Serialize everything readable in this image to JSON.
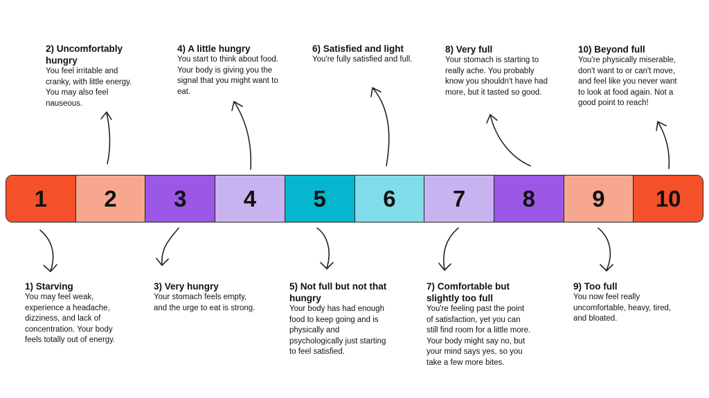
{
  "levels": [
    {
      "number": "1",
      "color": "#F4512A",
      "title": "1) Starving",
      "desc": "You may feel weak, experience a headache, dizziness, and lack of concentration. Your body feels totally out of energy."
    },
    {
      "number": "2",
      "color": "#F8A78F",
      "title": "2) Uncomfortably hungry",
      "desc": "You feel irritable and cranky, with little energy. You may also feel nauseous."
    },
    {
      "number": "3",
      "color": "#9B57E5",
      "title": "3) Very hungry",
      "desc": "Your stomach feels empty, and the urge to eat is strong."
    },
    {
      "number": "4",
      "color": "#C8B3F0",
      "title": "4) A little hungry",
      "desc": "You start to think about food. Your body is giving you the signal that you might want to eat."
    },
    {
      "number": "5",
      "color": "#06B6CF",
      "title": "5) Not full but not that hungry",
      "desc": "Your body has had enough food to keep going and is physically and psychologically just starting to feel satisfied."
    },
    {
      "number": "6",
      "color": "#7FDCE9",
      "title": "6) Satisfied and light",
      "desc": "You're fully satisfied and full."
    },
    {
      "number": "7",
      "color": "#C8B3F0",
      "title": "7) Comfortable but slightly too full",
      "desc": "You're feeling past the point of satisfaction, yet you can still find room for a little more. Your body might say no, but your mind says yes, so you take a few more bites."
    },
    {
      "number": "8",
      "color": "#9B57E5",
      "title": "8) Very full",
      "desc": "Your stomach is starting to really ache. You probably know you shouldn't have had more, but it tasted so good."
    },
    {
      "number": "9",
      "color": "#F8A78F",
      "title": "9) Too full",
      "desc": "You now feel really uncomfortable, heavy, tired, and bloated."
    },
    {
      "number": "10",
      "color": "#F4512A",
      "title": "10) Beyond full",
      "desc": "You're physically miserable, don't want to or can't move, and feel like you never want to look at food again. Not a good point to reach!"
    }
  ]
}
